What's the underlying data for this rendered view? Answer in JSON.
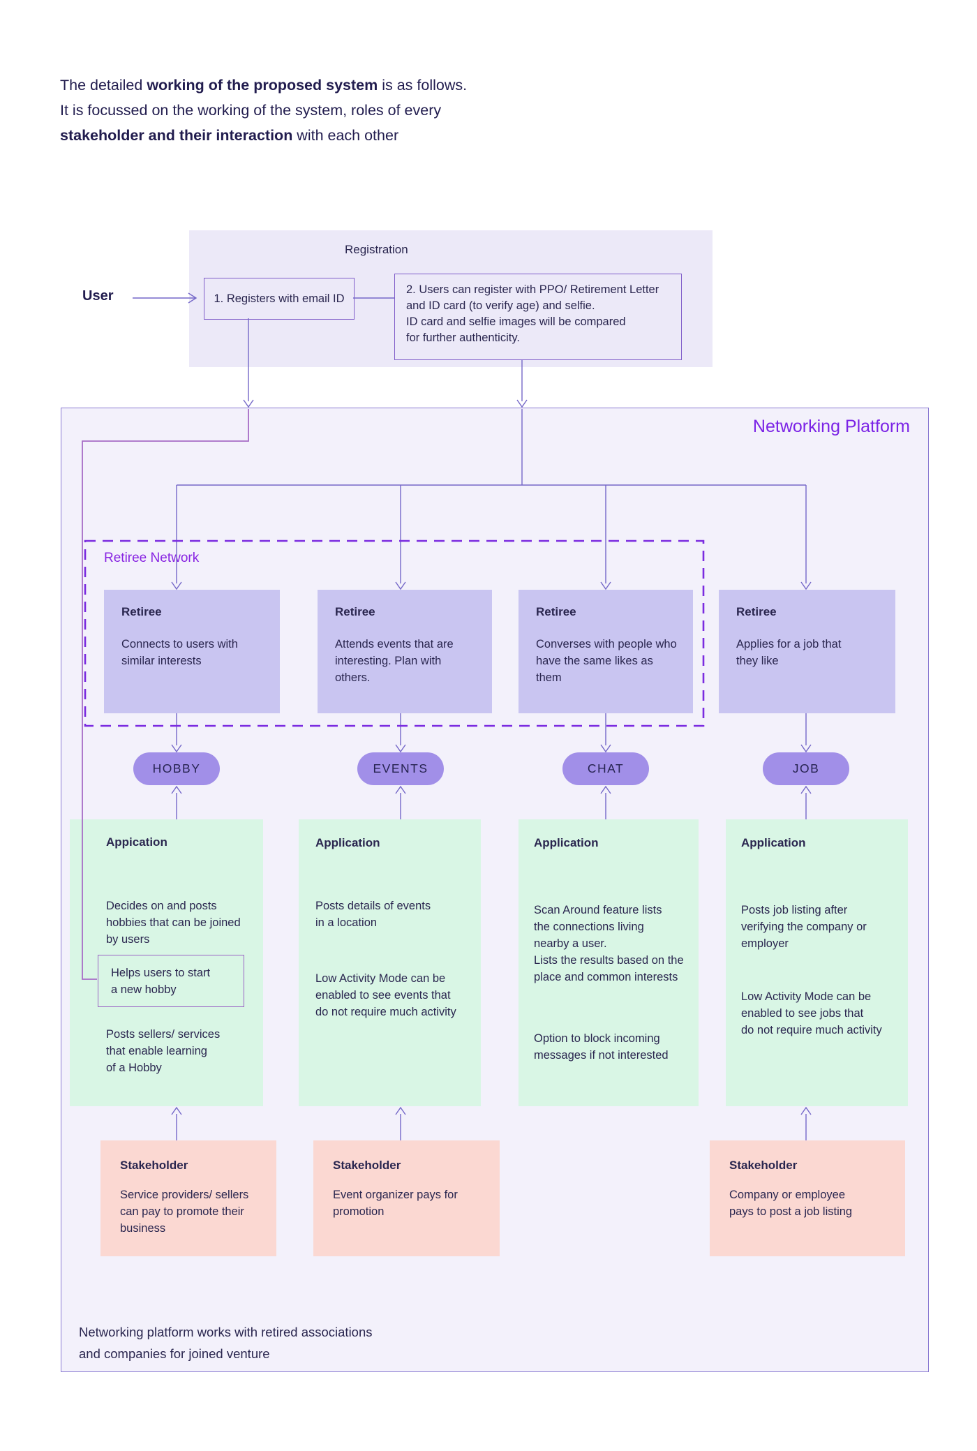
{
  "intro": {
    "seg1": "The detailed ",
    "seg2_bold": "working of the proposed system",
    "seg3": " is as follows.",
    "line2": "It is focussed on the working of the system, roles of every",
    "seg4_bold": "stakeholder and their interaction",
    "seg5": " with each other"
  },
  "user_label": "User",
  "registration": {
    "panel_title": "Registration",
    "step1_text": "1. Registers with email ID",
    "step2_text": "2. Users can register with PPO/ Retirement Letter\nand ID card (to verify age) and selfie.\nID card and selfie images will be compared\nfor further authenticity."
  },
  "platform": {
    "title": "Networking Platform",
    "retiree_network_label": "Retiree Network",
    "footer_note": "Networking platform works with retired associations\nand companies for joined venture"
  },
  "retiree_cards": [
    {
      "title": "Retiree",
      "body": "Connects to users with\nsimilar interests"
    },
    {
      "title": "Retiree",
      "body": "Attends events that are\ninteresting. Plan with others."
    },
    {
      "title": "Retiree",
      "body": "Converses with people who\nhave the same likes as them"
    },
    {
      "title": "Retiree",
      "body": "Applies for a job that\nthey like"
    }
  ],
  "feature_pills": [
    {
      "label": "HOBBY"
    },
    {
      "label": "EVENTS"
    },
    {
      "label": "CHAT"
    },
    {
      "label": "JOB"
    }
  ],
  "application_cards": [
    {
      "title": "Appication",
      "p1": "Decides on and posts\nhobbies that can be joined\nby users",
      "boxed_note": "Helps users to start\na new hobby",
      "p2": "Posts sellers/ services\nthat enable learning\nof a Hobby"
    },
    {
      "title": "Application",
      "p1": "Posts details of events\nin a location",
      "p2": "Low Activity Mode can be\nenabled to see events that\ndo not require much activity"
    },
    {
      "title": "Application",
      "p1": "Scan Around feature lists\nthe connections living\nnearby a user.\nLists the results based on the\nplace and common interests",
      "p2": "Option to block incoming\nmessages if not interested"
    },
    {
      "title": "Application",
      "p1": "Posts job listing after\nverifying the company or\nemployer",
      "p2": "Low Activity Mode can be\nenabled to see jobs that\ndo not require much activity"
    }
  ],
  "stakeholder_cards": [
    {
      "title": "Stakeholder",
      "body": "Service providers/ sellers\ncan pay to promote their\nbusiness"
    },
    {
      "title": "Stakeholder",
      "body": "Event organizer pays for\npromotion"
    },
    {
      "title": "Stakeholder",
      "body": "Company or employee\npays to post a job listing"
    }
  ],
  "colors": {
    "accent_violet": "#7B23E6",
    "dashed_violet": "#7B2BE0",
    "connector_purple": "#7467C8",
    "connector_orchid": "#A76CC6",
    "retiree_fill": "#C9C5F1",
    "pill_fill": "#A18FE8",
    "application_fill": "#D9F6E5",
    "stakeholder_fill": "#FBD8D2",
    "platform_fill": "#F3F1FB",
    "registration_fill": "#ECE9F8",
    "text_navy": "#2A264F"
  }
}
